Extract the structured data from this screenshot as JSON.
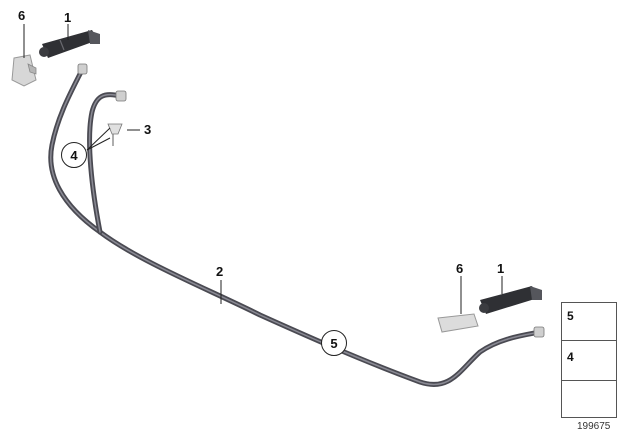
{
  "callouts": {
    "nozzle_top": "1",
    "cover_top": "6",
    "clip": "3",
    "hose_main": "2",
    "nozzle_right": "1",
    "cover_right": "6"
  },
  "circled": {
    "connector_left": "4",
    "connector_mid": "5"
  },
  "legend": {
    "item_a": "5",
    "item_b": "4"
  },
  "diagram_id": "199675",
  "colors": {
    "hose": "#4a4a52",
    "hose_highlight": "#8a8a94",
    "nozzle_body": "#2f3034",
    "cover": "#d7d7d7"
  }
}
